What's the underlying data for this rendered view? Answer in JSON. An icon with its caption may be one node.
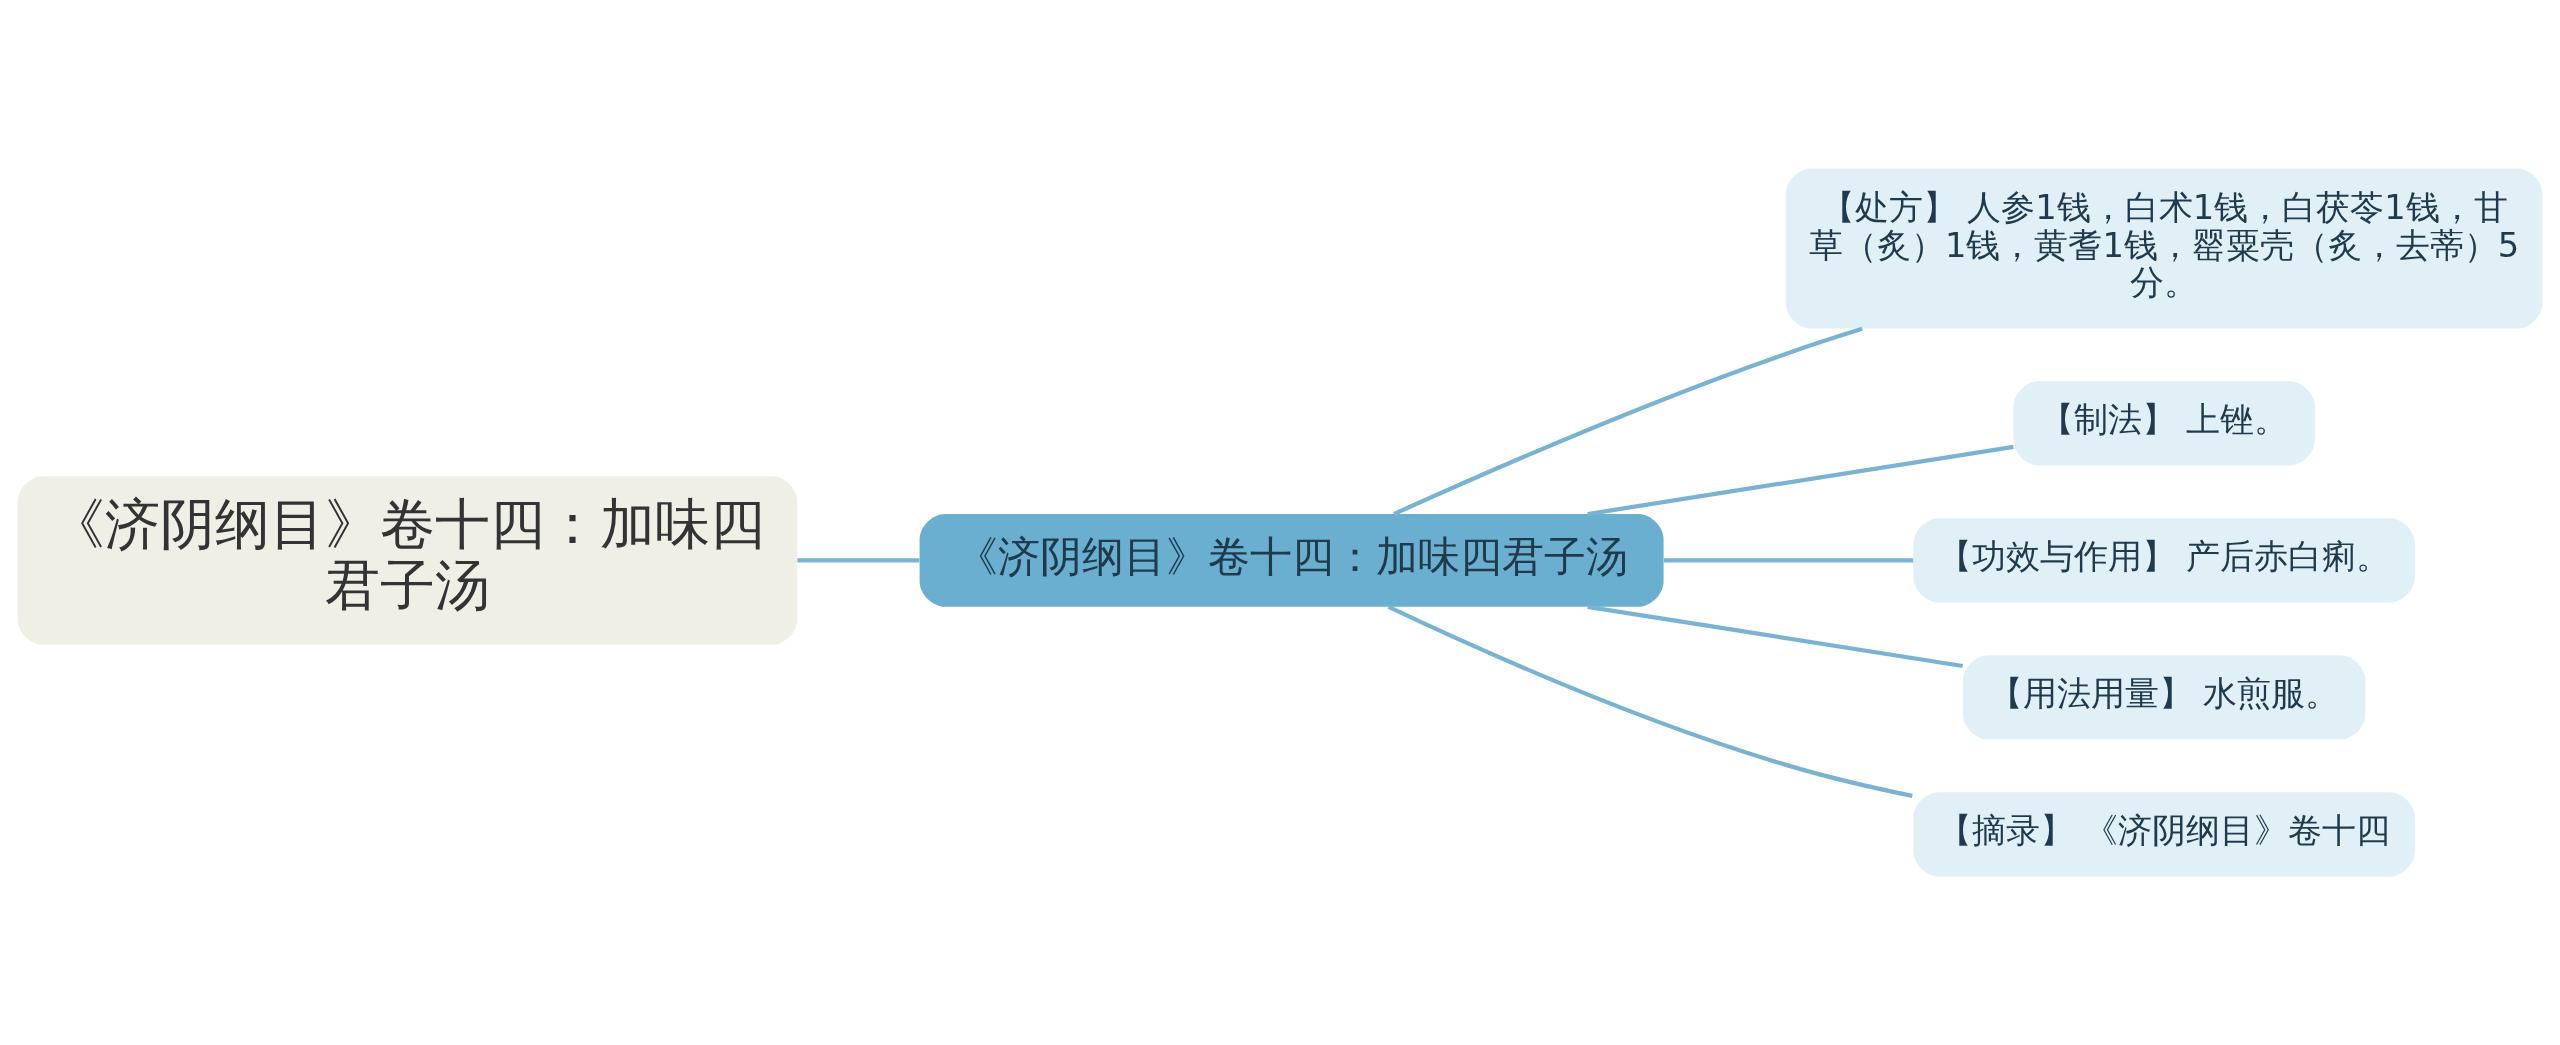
{
  "diagram": {
    "nodes": [
      {
        "text": [
          "《济阴纲目》卷十四：加味四君子汤"
        ]
      },
      {
        "text": [
          "《济阴纲目》卷十四：加味四君子汤"
        ]
      },
      {
        "text": [
          "【处方】 人参1钱，白术1钱，白茯苓1钱，甘草（炙）1钱，黄耆1钱，罂粟壳（炙，去蒂）5分。"
        ]
      },
      {
        "text": [
          "【制法】 上锉。"
        ]
      },
      {
        "text": [
          "【功效与作用】 产后赤白痢。"
        ]
      },
      {
        "text": [
          "【用法用量】 水煎服。"
        ]
      },
      {
        "text": [
          "【摘录】 《济阴纲目》卷十四"
        ]
      }
    ],
    "edges": [
      {
        "from": 0,
        "to": 1,
        "arrow": "none"
      },
      {
        "from": 1,
        "to": 2,
        "arrow": "none"
      },
      {
        "from": 1,
        "to": 3,
        "arrow": "none"
      },
      {
        "from": 1,
        "to": 4,
        "arrow": "none"
      },
      {
        "from": 1,
        "to": 5,
        "arrow": "none"
      },
      {
        "from": 1,
        "to": 6,
        "arrow": "none"
      }
    ]
  }
}
